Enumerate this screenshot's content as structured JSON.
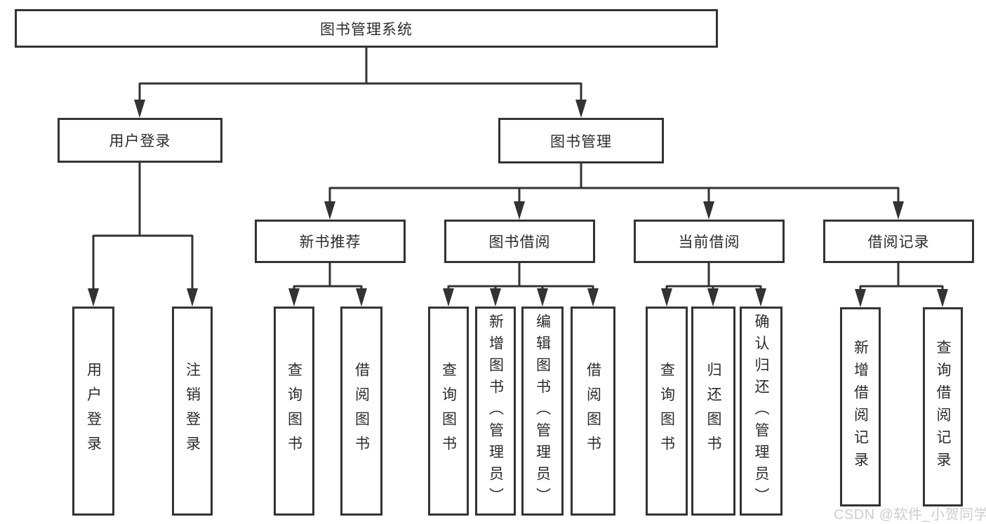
{
  "nodes": {
    "root": "图书管理系统",
    "level2": [
      "用户登录",
      "图书管理"
    ],
    "level3": [
      "新书推荐",
      "图书借阅",
      "当前借阅",
      "借阅记录"
    ],
    "leaves": {
      "user": [
        "用户登录",
        "注销登录"
      ],
      "recommend": [
        "查询图书",
        "借阅图书"
      ],
      "borrow": [
        "查询图书",
        "新增图书（管理员）",
        "编辑图书（管理员）",
        "借阅图书"
      ],
      "current": [
        "查询图书",
        "归还图书",
        "确认归还（管理员）"
      ],
      "records": [
        "新增借阅记录",
        "查询借阅记录"
      ]
    }
  },
  "watermark": "CSDN @软件_小贺同学",
  "colors": {
    "line": "#333333",
    "box_border": "#333333",
    "text": "#2b2b2b",
    "watermark": "#cdcdcd",
    "background": "#ffffff"
  }
}
